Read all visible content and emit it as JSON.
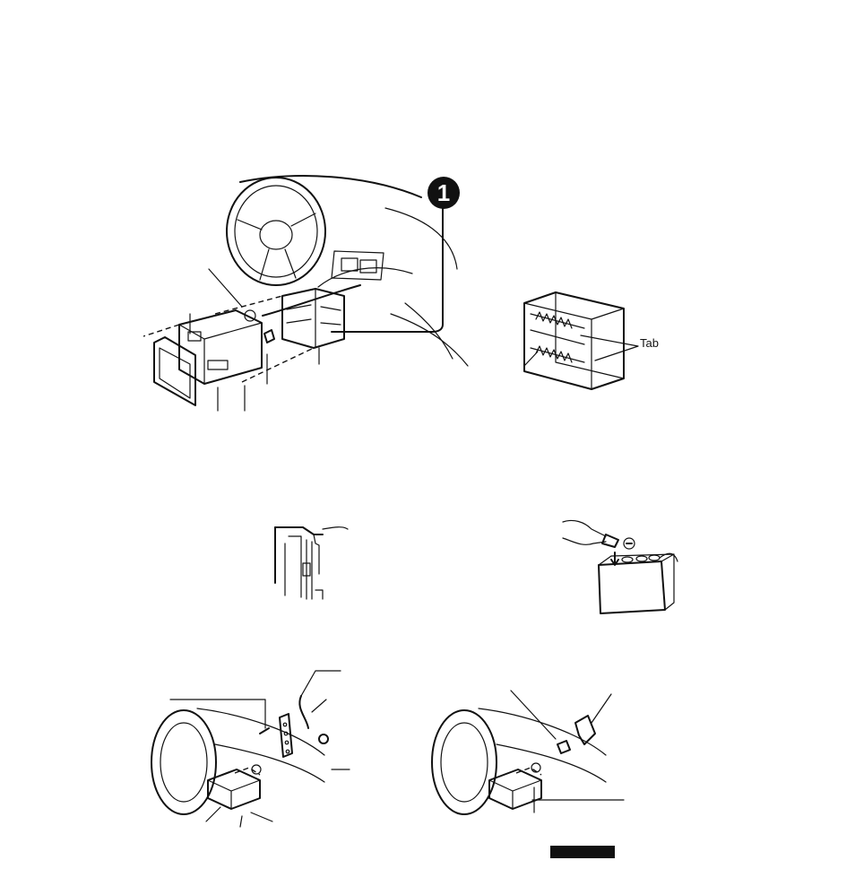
{
  "step_badge": {
    "number": "1"
  },
  "labels": {
    "tab": "Tab"
  },
  "icons": {
    "minus_terminal": "minus-sign-circle"
  }
}
